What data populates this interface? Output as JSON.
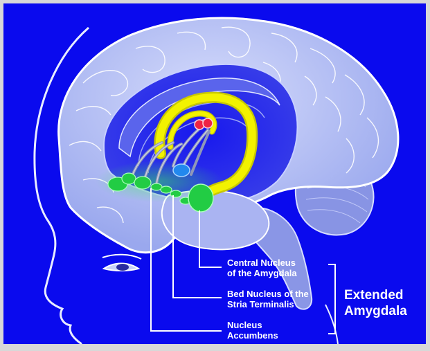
{
  "labels": {
    "central_line1": "Central Nucleus",
    "central_line2": "of the Amygdala",
    "bed_line1": "Bed Nucleus of the",
    "bed_line2": "Stria Terminalis",
    "accumbens_line1": "Nucleus",
    "accumbens_line2": "Accumbens",
    "group_line1": "Extended",
    "group_line2": "Amygdala"
  },
  "colors": {
    "background": "#0a0aee",
    "brain_fill": "#b8c4f4",
    "brain_stroke": "#ffffff",
    "fornix": "#f0f000",
    "nucleus_green": "#22cc44",
    "nucleus_blue": "#2288ee",
    "nucleus_red": "#ee2244",
    "label_text": "#ffffff"
  }
}
